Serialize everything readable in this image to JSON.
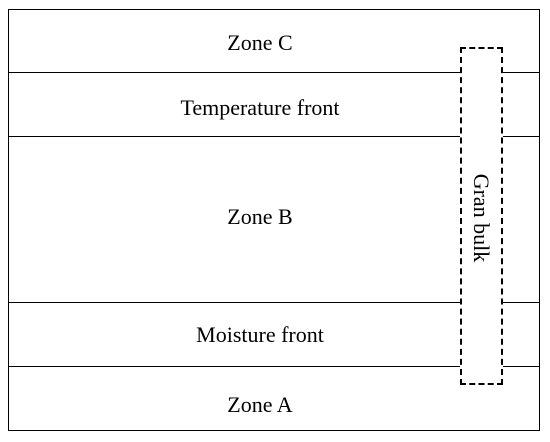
{
  "zones": {
    "zone_c": "Zone C",
    "temperature_front": "Temperature front",
    "zone_b": "Zone B",
    "moisture_front": "Moisture front",
    "zone_a": "Zone A"
  },
  "bulk": {
    "label": "Gran bulk"
  },
  "colors": {
    "line": "#000000",
    "background": "#ffffff"
  }
}
